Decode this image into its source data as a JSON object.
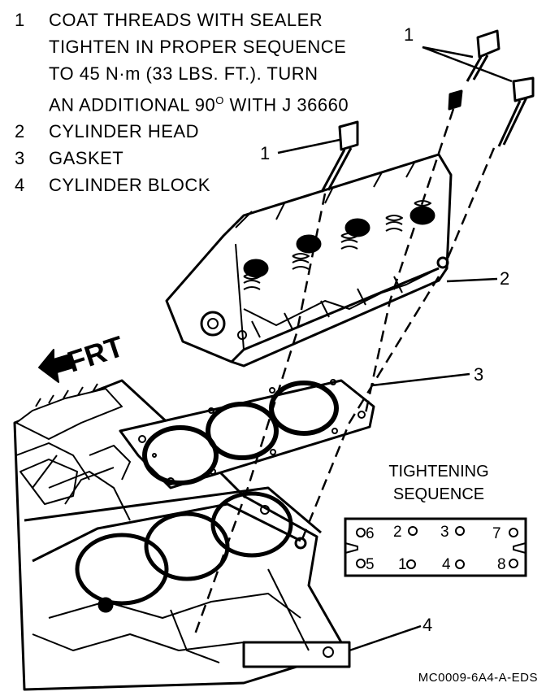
{
  "legend": [
    {
      "num": "1",
      "text": "COAT THREADS WITH SEALER"
    },
    {
      "num": "",
      "text": "TIGHTEN IN PROPER SEQUENCE"
    },
    {
      "num": "",
      "text": "TO 45 N·m (33 LBS. FT.). TURN"
    },
    {
      "num": "",
      "text": "AN ADDITIONAL 90",
      "sup": "O",
      "text_after": " WITH J 36660"
    },
    {
      "num": "2",
      "text": "CYLINDER HEAD"
    },
    {
      "num": "3",
      "text": "GASKET"
    },
    {
      "num": "4",
      "text": "CYLINDER BLOCK"
    }
  ],
  "callouts": {
    "bolt_upper": "1",
    "bolt_left": "1",
    "head": "2",
    "gasket": "3",
    "block": "4"
  },
  "front_label": "FRT",
  "sequence": {
    "title_line1": "TIGHTENING",
    "title_line2": "SEQUENCE",
    "top_row": [
      "6",
      "2",
      "3",
      "7"
    ],
    "bottom_row": [
      "5",
      "1",
      "4",
      "8"
    ]
  },
  "figure_code": "MC0009-6A4-A-EDS"
}
